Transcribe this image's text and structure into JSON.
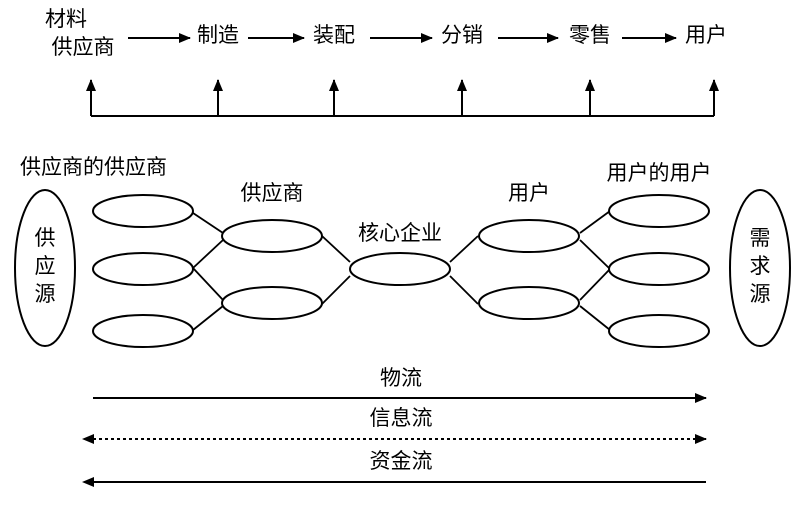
{
  "top_chain": {
    "stages": [
      "材料\n供应商",
      "制造",
      "装配",
      "分销",
      "零售",
      "用户"
    ]
  },
  "network": {
    "label_supplier_of_supplier": "供应商的供应商",
    "label_supplier": "供应商",
    "label_core": "核心企业",
    "label_user": "用户",
    "label_user_of_user": "用户的用户",
    "left_source": "供\n应\n源",
    "right_source": "需\n求\n源"
  },
  "flows": {
    "material": "物流",
    "information": "信息流",
    "capital": "资金流"
  }
}
